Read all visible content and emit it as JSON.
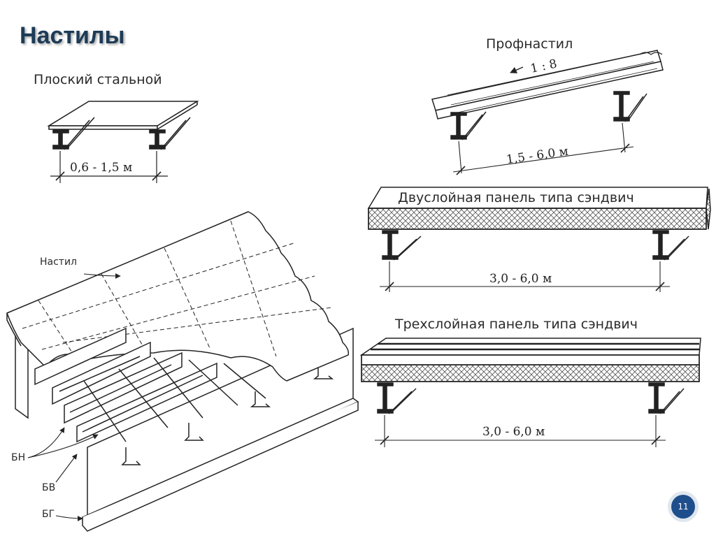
{
  "title": "Настилы",
  "flat": {
    "caption": "Плоский стальной",
    "span": "0,6 - 1,5 м"
  },
  "profiled": {
    "caption": "Профнастил",
    "slope": "1 : 8",
    "span": "1,5 - 6,0 м"
  },
  "sandwich2": {
    "caption": "Двуслойная панель типа сэндвич",
    "span": "3,0 - 6,0 м"
  },
  "sandwich3": {
    "caption": "Трехслойная панель типа сэндвич",
    "span": "3,0 - 6,0 м"
  },
  "iso": {
    "label_deck": "Настил",
    "label_bn": "БН",
    "label_bv": "БВ",
    "label_bg": "БГ"
  },
  "page_number": "11",
  "colors": {
    "title": "#1d3b57",
    "badge": "#1f4e8c"
  }
}
